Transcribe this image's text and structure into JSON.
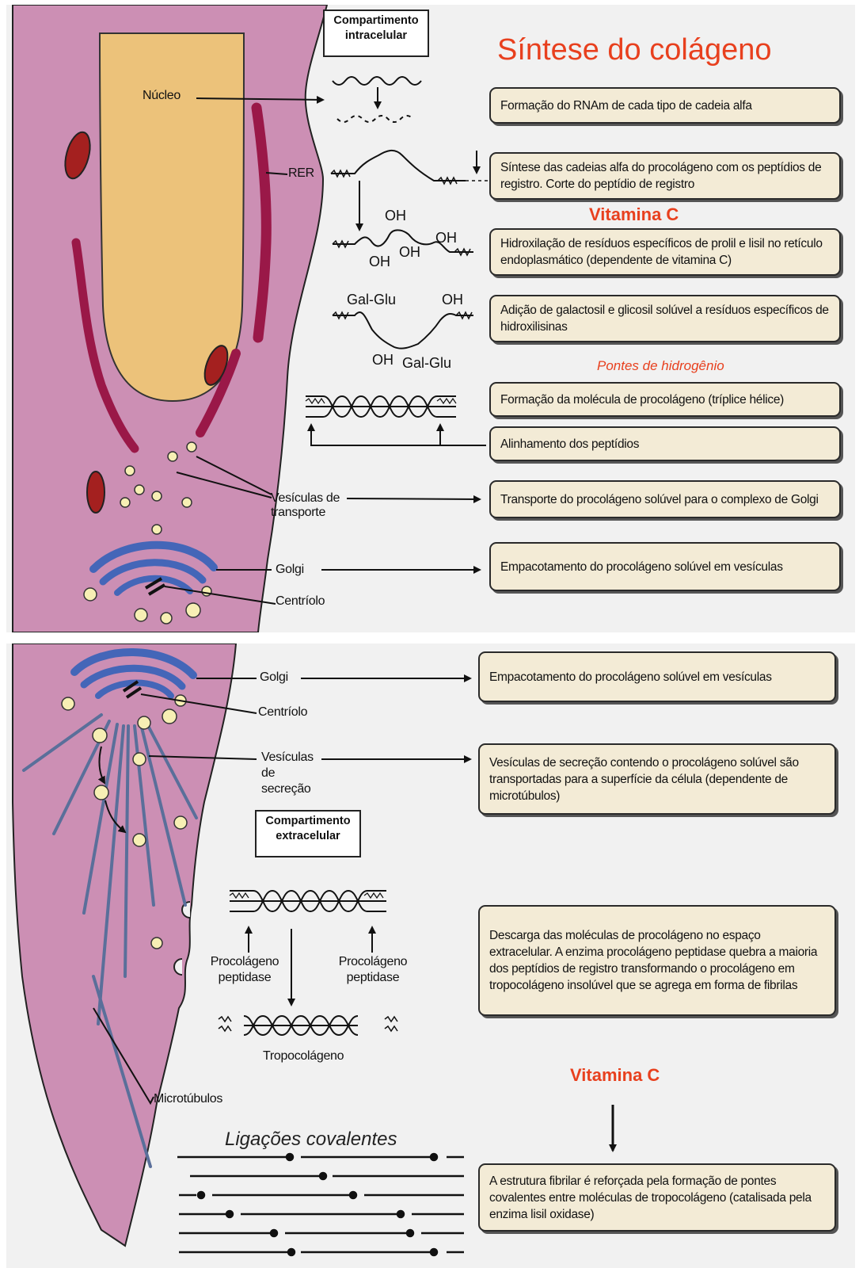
{
  "title": "Síntese do colágeno",
  "top": {
    "compartment": "Compartimento intracelular",
    "labels": {
      "nucleus": "Núcleo",
      "rer": "RER",
      "vesicles": "Vesículas de transporte",
      "golgi": "Golgi",
      "centriole": "Centríolo"
    },
    "chem": {
      "oh1": "OH",
      "oh2": "OH",
      "oh3": "OH",
      "oh4": "OH",
      "oh5": "OH",
      "oh6": "OH",
      "galglu1": "Gal-Glu",
      "galglu2": "Gal-Glu"
    },
    "vitamin_c": "Vitamina C",
    "hydrogen_bridges": "Pontes de hidrogênio",
    "steps": [
      "Formação do RNAm de cada tipo de cadeia alfa",
      "Síntese das cadeias alfa do procolágeno com os peptídios de registro. Corte do peptídio de registro",
      "Hidroxilação de resíduos específicos de prolil e lisil no retículo endoplasmático (dependente de vitamina C)",
      "Adição de galactosil e glicosil solúvel a resíduos específicos de hidroxilisinas",
      "Formação da molécula de procolágeno (tríplice hélice)",
      "Alinhamento dos peptídios",
      "Transporte do procolágeno solúvel para o complexo de  Golgi",
      "Empacotamento do procolágeno solúvel em vesículas"
    ]
  },
  "bottom": {
    "compartment": "Compartimento extracelular",
    "labels": {
      "golgi": "Golgi",
      "centriole": "Centríolo",
      "vesicles": "Vesículas de secreção",
      "peptidase_left": "Procolágeno peptidase",
      "peptidase_right": "Procolágeno peptidase",
      "tropocollagen": "Tropocolágeno",
      "microtubules": "Microtúbulos"
    },
    "vitamin_c": "Vitamina C",
    "covalent_bonds": "Ligações covalentes",
    "steps": [
      "Empacotamento do procolágeno solúvel em vesículas",
      "Vesículas de secreção contendo o procolágeno solúvel são transportadas para a superfície da célula (dependente de microtúbulos)",
      "Descarga das moléculas de procolágeno no espaço extracelular. A enzima procolágeno peptidase quebra a maioria dos peptídios de registro transformando o procolágeno em tropocolágeno insolúvel que se agrega em forma de fibrilas",
      "A estrutura fibrilar é reforçada pela formação de pontes covalentes entre moléculas de tropocolágeno (catalisada pela enzima lisil oxidase)"
    ]
  },
  "colors": {
    "cell": "#cc8fb4",
    "nucleus": "#ecc27a",
    "rer": "#9a1848",
    "mitochondria": "#a4201f",
    "golgi": "#4466b8",
    "vesicle": "#f7efb4",
    "accent": "#e8401e",
    "step_box": "#f3ebd6"
  }
}
